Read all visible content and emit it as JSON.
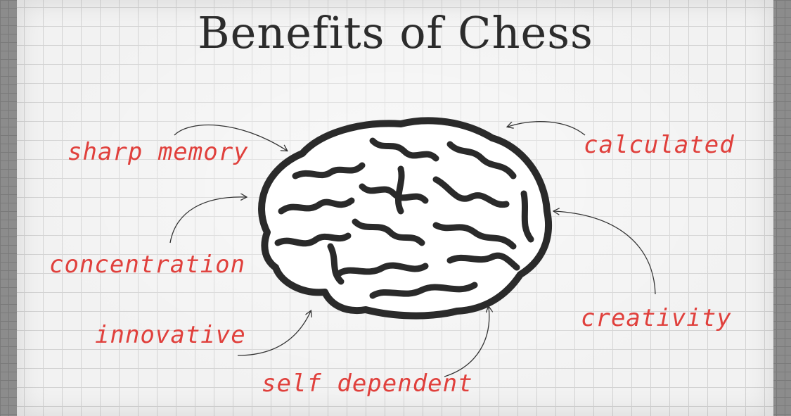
{
  "title": "Benefits of Chess",
  "colors": {
    "title": "#2c2c2c",
    "labels": "#e0403c",
    "brain": "#2a2a2a",
    "arrows": "#333333"
  },
  "benefits": [
    {
      "label": "sharp memory"
    },
    {
      "label": "concentration"
    },
    {
      "label": "innovative"
    },
    {
      "label": "self dependent"
    },
    {
      "label": "calculated"
    },
    {
      "label": "creativity"
    }
  ],
  "illustration": {
    "icon": "brain-icon"
  }
}
